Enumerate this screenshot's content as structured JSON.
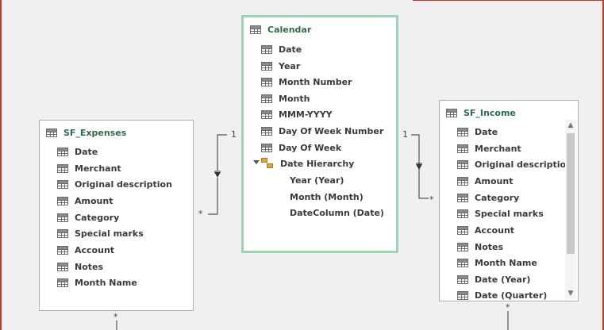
{
  "tables": {
    "expenses": {
      "title": "SF_Expenses",
      "fields": [
        "Date",
        "Merchant",
        "Original description",
        "Amount",
        "Category",
        "Special marks",
        "Account",
        "Notes",
        "Month Name"
      ]
    },
    "calendar": {
      "title": "Calendar",
      "fields": [
        "Date",
        "Year",
        "Month Number",
        "Month",
        "MMM-YYYY",
        "Day Of Week Number",
        "Day Of Week"
      ],
      "hierarchy": {
        "label": "Date Hierarchy",
        "levels": [
          "Year  (Year)",
          "Month  (Month)",
          "DateColumn  (Date)"
        ]
      }
    },
    "income": {
      "title": "SF_Income",
      "fields": [
        "Date",
        "Merchant",
        "Original description",
        "Amount",
        "Category",
        "Special marks",
        "Account",
        "Notes",
        "Month Name",
        "Date (Year)",
        "Date (Quarter)"
      ]
    }
  },
  "relationships": {
    "left_one": "1",
    "left_many": "*",
    "right_one": "1",
    "right_many": "*",
    "bottom_left": "*",
    "bottom_right": "*"
  },
  "icons": {
    "table": "table-icon",
    "column": "column-icon",
    "hierarchy": "hierarchy-icon",
    "filter_direction": "filter-arrow-icon",
    "scroll_up": "chevron-up-icon",
    "scroll_down": "chevron-down-icon"
  },
  "colors": {
    "title": "#2e6b46",
    "selected_border": "#9fd3b3",
    "card_border": "#9bbf9f"
  }
}
